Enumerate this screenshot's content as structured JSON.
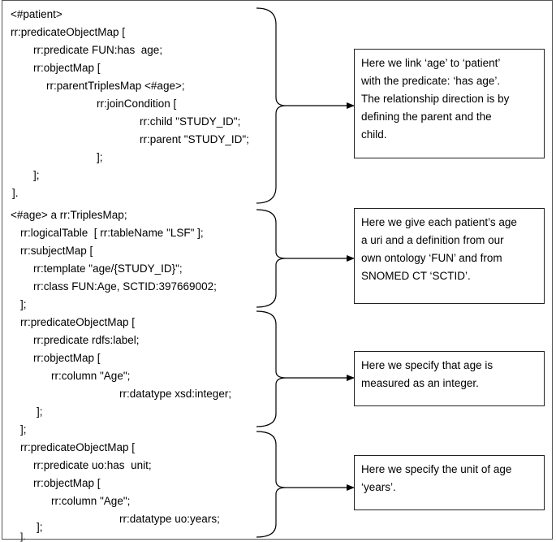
{
  "code": {
    "block1": [
      "<#patient>",
      "rr:predicateObjectMap [",
      "rr:predicate FUN:has  age;",
      "rr:objectMap [",
      "rr:parentTriplesMap <#age>;",
      "rr:joinCondition [",
      "rr:child \"STUDY_ID\";",
      "rr:parent \"STUDY_ID\";",
      "];",
      "];",
      "]."
    ],
    "block2": [
      "<#age> a rr:TriplesMap;",
      "rr:logicalTable  [ rr:tableName \"LSF\" ];",
      "rr:subjectMap [",
      "rr:template \"age/{STUDY_ID}\";",
      "rr:class FUN:Age, SCTID:397669002;",
      "];"
    ],
    "block3": [
      "rr:predicateObjectMap [",
      "rr:predicate rdfs:label;",
      "rr:objectMap [",
      "rr:column \"Age\";",
      "rr:datatype xsd:integer;",
      "];",
      "];"
    ],
    "block4": [
      "rr:predicateObjectMap [",
      "rr:predicate uo:has  unit;",
      "rr:objectMap [",
      "rr:column \"Age\";",
      "rr:datatype uo:years;",
      "];",
      "]."
    ]
  },
  "notes": [
    "Here we link ‘age’ to ‘patient’\nwith the predicate: ‘has  age’.\nThe relationship direction is by\ndefining the parent and the\nchild.",
    "Here we give each patient’s age\na uri and a definition from our\nown ontology ‘FUN’ and from\nSNOMED CT ‘SCTID’.",
    "Here we specify that age is\nmeasured as an integer.",
    "Here we specify the unit of age\n‘years’."
  ]
}
